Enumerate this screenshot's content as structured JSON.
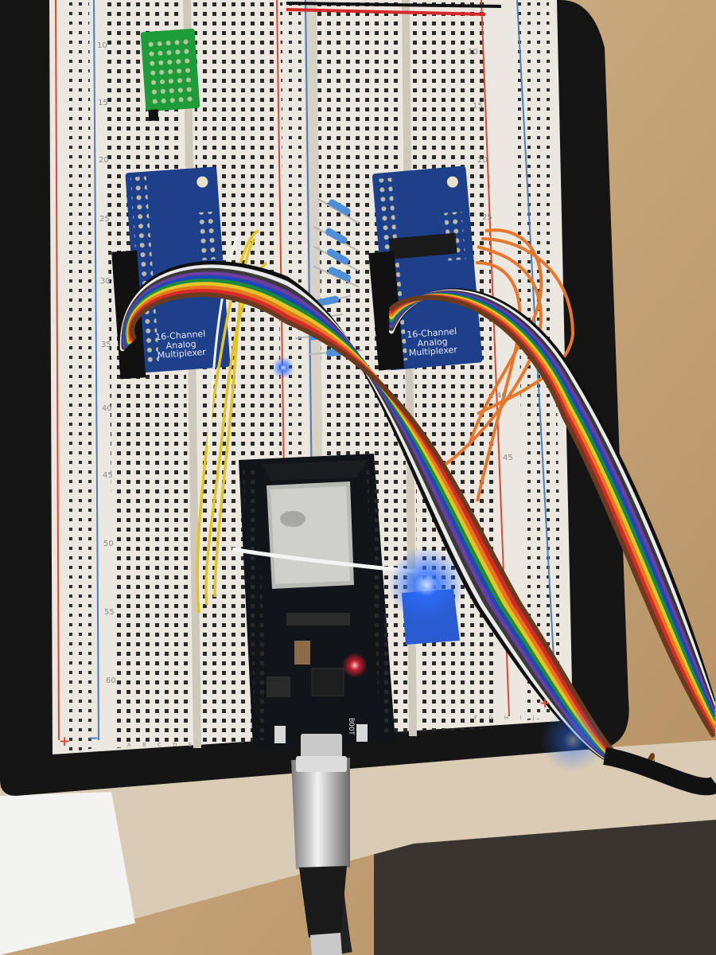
{
  "photo": {
    "breadboard_row_numbers": [
      "10",
      "15",
      "20",
      "25",
      "30",
      "35",
      "40",
      "45",
      "50",
      "55",
      "60"
    ],
    "right_row_numbers": [
      "10",
      "15",
      "20",
      "25",
      "40",
      "45"
    ],
    "column_letters_left": "A B C D E",
    "column_letters_right": "F G H I J",
    "polarity": {
      "plus": "+",
      "minus": "−"
    },
    "mux_left": {
      "line1": "16-Channel",
      "line2": "Analog",
      "line3": "Multiplexer"
    },
    "mux_right": {
      "line1": "16-Channel",
      "line2": "Analog",
      "line3": "Multiplexer"
    },
    "esp_buttons": {
      "boot": "BOOT"
    },
    "colors": {
      "table": "#c7a57b",
      "board_base": "#151515",
      "breadboard": "#ece8df",
      "rail_red": "#d64a3a",
      "rail_blue": "#4d7fc0",
      "pcb_blue": "#1e3f8a",
      "esp_board": "#111418",
      "led_blue": "#2b6dff",
      "led_red": "#ff2233"
    },
    "ribbon_colors": [
      "#101010",
      "#e9e9e9",
      "#3a3a3a",
      "#6b3fa0",
      "#1f47b7",
      "#1c8a3c",
      "#e2c52a",
      "#e5781e",
      "#d62a2a",
      "#6a3b1e"
    ]
  }
}
